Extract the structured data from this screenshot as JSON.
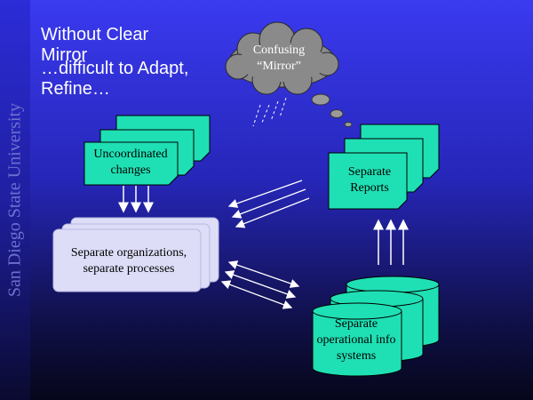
{
  "sidebar": {
    "text": "San Diego State University"
  },
  "title": {
    "line1": "Without Clear Mirror",
    "line2": "…difficult to Adapt, Refine…"
  },
  "cloud": {
    "label": "Confusing “Mirror”"
  },
  "boxes": {
    "changes": "Uncoordinated changes",
    "reports": "Separate Reports",
    "organizations": "Separate organizations, separate processes",
    "systems": "Separate operational info systems"
  },
  "colors": {
    "teal": "#1fe0b4",
    "lavender": "#ddddf8",
    "background": "#2a2ad0"
  }
}
